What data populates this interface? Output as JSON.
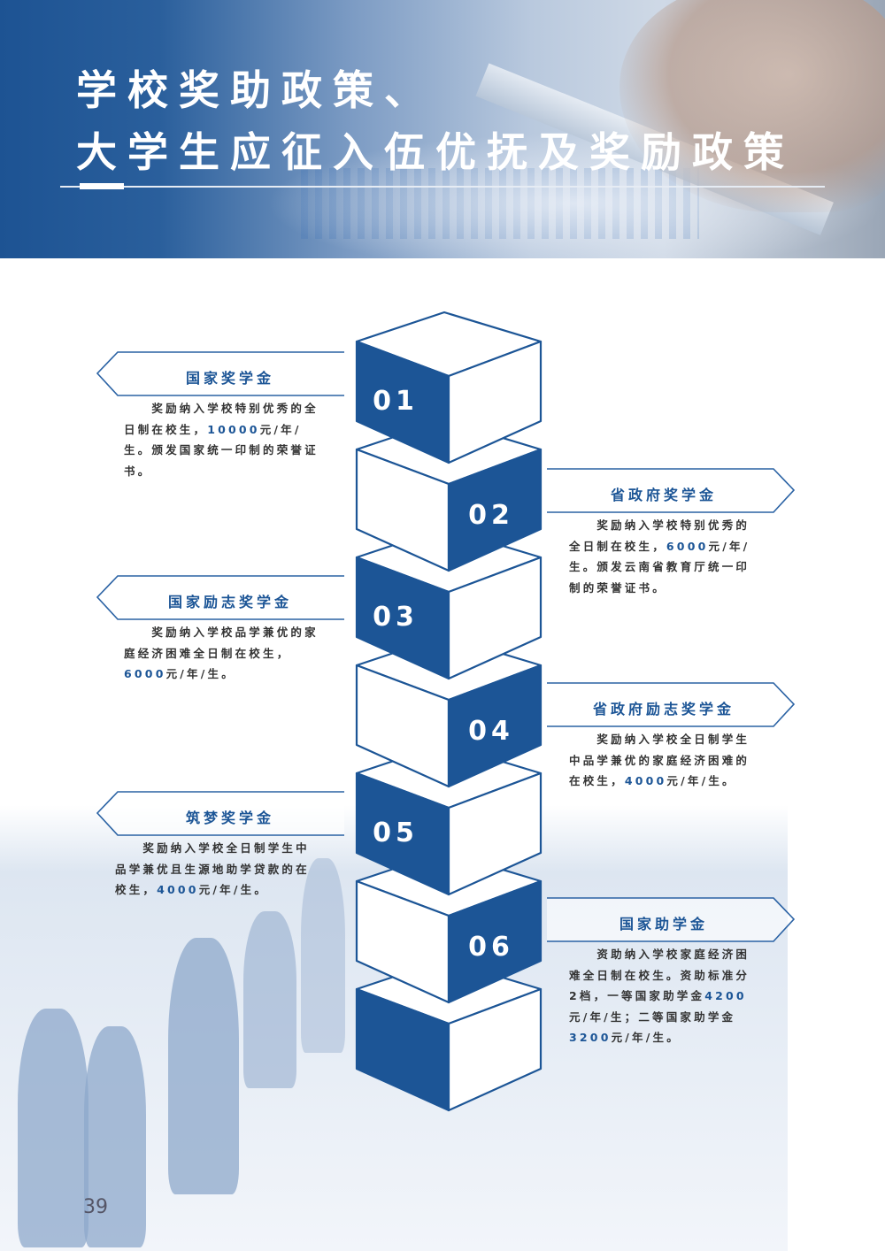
{
  "header": {
    "title_line1": "学校奖助政策、",
    "title_line2": "大学生应征入伍优抚及奖励政策"
  },
  "colors": {
    "brand_blue": "#1c5596",
    "text": "#333333"
  },
  "blocks": [
    {
      "number": "01",
      "title": "国家奖学金",
      "segments": [
        "　　奖励纳入学校特别优秀的全日制在校生，",
        "10000",
        "元/年/生。颁发国家统一印制的荣誉证书。"
      ]
    },
    {
      "number": "02",
      "title": "省政府奖学金",
      "segments": [
        "　　奖励纳入学校特别优秀的全日制在校生，",
        "6000",
        "元/年/生。颁发云南省教育厅统一印制的荣誉证书。"
      ]
    },
    {
      "number": "03",
      "title": "国家励志奖学金",
      "segments": [
        "　　奖励纳入学校品学兼优的家庭经济困难全日制在校生，",
        "6000",
        "元/年/生。"
      ]
    },
    {
      "number": "04",
      "title": "省政府励志奖学金",
      "segments": [
        "　　奖励纳入学校全日制学生中品学兼优的家庭经济困难的在校生，",
        "4000",
        "元/年/生。"
      ]
    },
    {
      "number": "05",
      "title": "筑梦奖学金",
      "segments": [
        "　　奖励纳入学校全日制学生中品学兼优且生源地助学贷款的在校生，",
        "4000",
        "元/年/生。"
      ]
    },
    {
      "number": "06",
      "title": "国家助学金",
      "segments": [
        "　　资助纳入学校家庭经济困难全日制在校生。资助标准分2档，一等国家助学金",
        "4200",
        "元/年/生；二等国家助学金",
        "3200",
        "元/年/生。"
      ]
    }
  ],
  "page_number": "39"
}
